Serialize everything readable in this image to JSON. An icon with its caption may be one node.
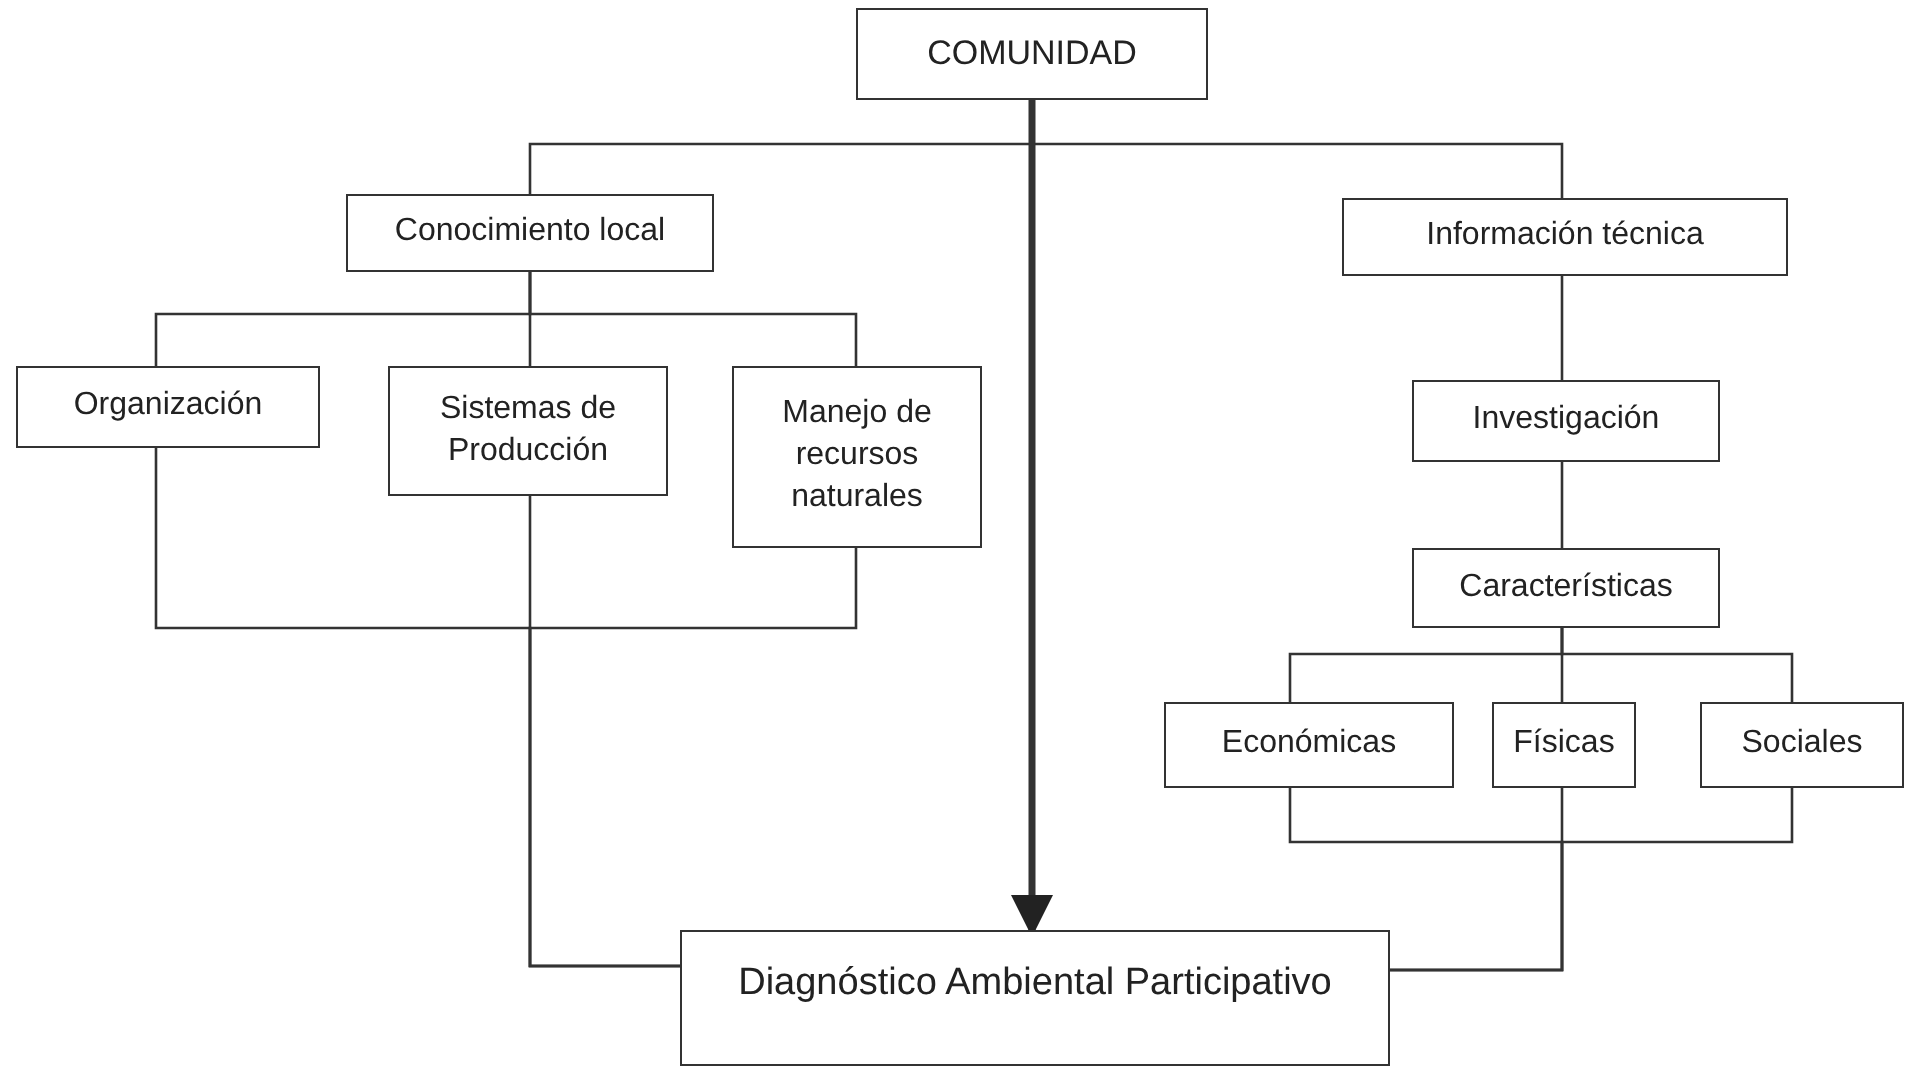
{
  "diagram": {
    "nodes": [
      {
        "text": [
          "COMUNIDAD"
        ]
      },
      {
        "text": [
          "Conocimiento local"
        ]
      },
      {
        "text": [
          "Información técnica"
        ]
      },
      {
        "text": [
          "Organización"
        ]
      },
      {
        "text": [
          "Sistemas de Producción"
        ]
      },
      {
        "text": [
          "Manejo de recursos naturales"
        ]
      },
      {
        "text": [
          "Investigación"
        ]
      },
      {
        "text": [
          "Características"
        ]
      },
      {
        "text": [
          "Económicas"
        ]
      },
      {
        "text": [
          "Físicas"
        ]
      },
      {
        "text": [
          "Sociales"
        ]
      },
      {
        "text": [
          "Diagnóstico Ambiental Participativo"
        ]
      }
    ],
    "edges": [
      {
        "from": 0,
        "to": 1,
        "arrow": "none"
      },
      {
        "from": 0,
        "to": 2,
        "arrow": "none"
      },
      {
        "from": 0,
        "to": 11,
        "arrow": "to",
        "style": "thick"
      },
      {
        "from": 1,
        "to": 3,
        "arrow": "none"
      },
      {
        "from": 1,
        "to": 4,
        "arrow": "none"
      },
      {
        "from": 1,
        "to": 5,
        "arrow": "none"
      },
      {
        "from": 3,
        "to": 11,
        "arrow": "none"
      },
      {
        "from": 4,
        "to": 11,
        "arrow": "none"
      },
      {
        "from": 5,
        "to": 11,
        "arrow": "none"
      },
      {
        "from": 2,
        "to": 6,
        "arrow": "none"
      },
      {
        "from": 6,
        "to": 7,
        "arrow": "none"
      },
      {
        "from": 7,
        "to": 8,
        "arrow": "none"
      },
      {
        "from": 7,
        "to": 9,
        "arrow": "none"
      },
      {
        "from": 7,
        "to": 10,
        "arrow": "none"
      },
      {
        "from": 8,
        "to": 11,
        "arrow": "none"
      },
      {
        "from": 9,
        "to": 11,
        "arrow": "none"
      },
      {
        "from": 10,
        "to": 11,
        "arrow": "none"
      }
    ]
  }
}
